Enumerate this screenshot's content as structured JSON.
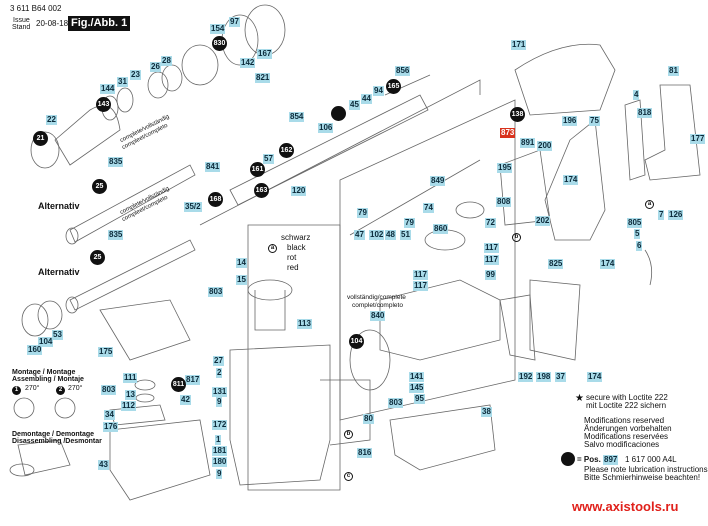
{
  "header": {
    "doc_number": "3 611 B64 002",
    "issue_label": "Issue",
    "stand_label": "Stand",
    "date": "20-08-18",
    "figure": "Fig./Abb. 1"
  },
  "annotations": {
    "alternativ": "Alternativ",
    "complete": "complete/vollständig",
    "complete2": "compleet/completo",
    "schwarz": "schwarz",
    "black": "black",
    "rot": "rot",
    "red": "red",
    "vollstandig": "vollständig/complete",
    "complet": "complet/completo",
    "angle": "270°"
  },
  "assembly": {
    "montage": "Montage / Montage",
    "assembling": "Assembling / Montaje",
    "demontage": "Demontage / Demontage",
    "disassembling": "Disassembling /Desmontar",
    "step1": "1",
    "step2": "2"
  },
  "legend": {
    "star_line1": "secure with Loctite 222",
    "star_line2": "mit Loctite 222 sichern",
    "mod1": "Modifications reserved",
    "mod2": "Änderungen vorbehalten",
    "mod3": "Modifications reservées",
    "mod4": "Salvo modificaciones",
    "pos_label": "= Pos.",
    "pos_number": "897",
    "pos_code": "1 617 000 A4L",
    "lub1": "Please note lubrication instructions!",
    "lub2": "Bitte Schmierhinweise beachten!"
  },
  "watermark": "www.axistools.ru",
  "part_labels": [
    "97",
    "154",
    "167",
    "142",
    "821",
    "856",
    "144",
    "31",
    "23",
    "26",
    "28",
    "22",
    "94",
    "44",
    "45",
    "106",
    "854",
    "57",
    "120",
    "835",
    "841",
    "35/2",
    "835",
    "849",
    "79",
    "74",
    "79",
    "72",
    "860",
    "47",
    "102",
    "48",
    "51",
    "117",
    "117",
    "117",
    "117",
    "99",
    "840",
    "14",
    "15",
    "803",
    "113",
    "141",
    "145",
    "95",
    "803",
    "38",
    "104",
    "53",
    "160",
    "175",
    "111",
    "803",
    "13",
    "112",
    "817",
    "42",
    "34",
    "176",
    "43",
    "27",
    "2",
    "131",
    "9",
    "172",
    "1",
    "181",
    "180",
    "9",
    "80",
    "816",
    "171",
    "81",
    "4",
    "818",
    "196",
    "75",
    "891",
    "200",
    "177",
    "195",
    "174",
    "808",
    "202",
    "805",
    "7",
    "126",
    "5",
    "6",
    "825",
    "174",
    "192",
    "198",
    "37",
    "174"
  ],
  "red_labels": [
    "873"
  ],
  "lubricated_parts": [
    "830",
    "143",
    "21",
    "165",
    "162",
    "161",
    "163",
    "168",
    "25",
    "25",
    "104",
    "811",
    "138"
  ],
  "connector_markers": [
    "a",
    "b",
    "a",
    "b",
    "c"
  ],
  "colors": {
    "part_label": "#a9dbe9",
    "highlight": "#d8321c",
    "watermark": "#e0201a"
  }
}
